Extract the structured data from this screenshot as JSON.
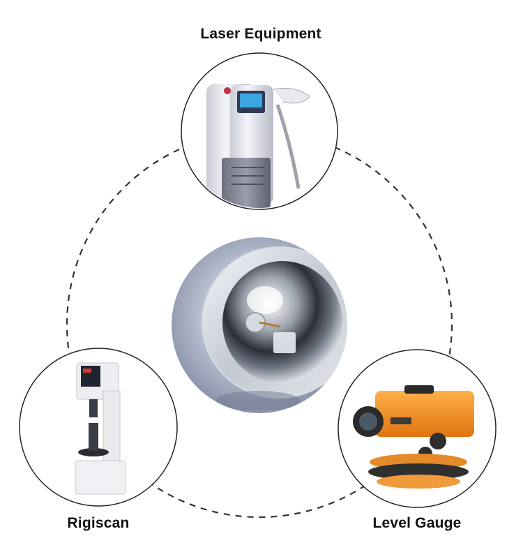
{
  "diagram": {
    "center_item": "lens-reflector",
    "nodes": [
      {
        "id": "top",
        "label": "Laser Equipment",
        "image": "laser-machine-image"
      },
      {
        "id": "left",
        "label": "Rigiscan",
        "image": "hardness-tester-image"
      },
      {
        "id": "right",
        "label": "Level Gauge",
        "image": "level-gauge-image"
      }
    ],
    "colors": {
      "connector": "#333333",
      "circle_border": "#222222",
      "gauge_orange": "#f08a24",
      "screen_blue": "#3aa7e0"
    }
  }
}
